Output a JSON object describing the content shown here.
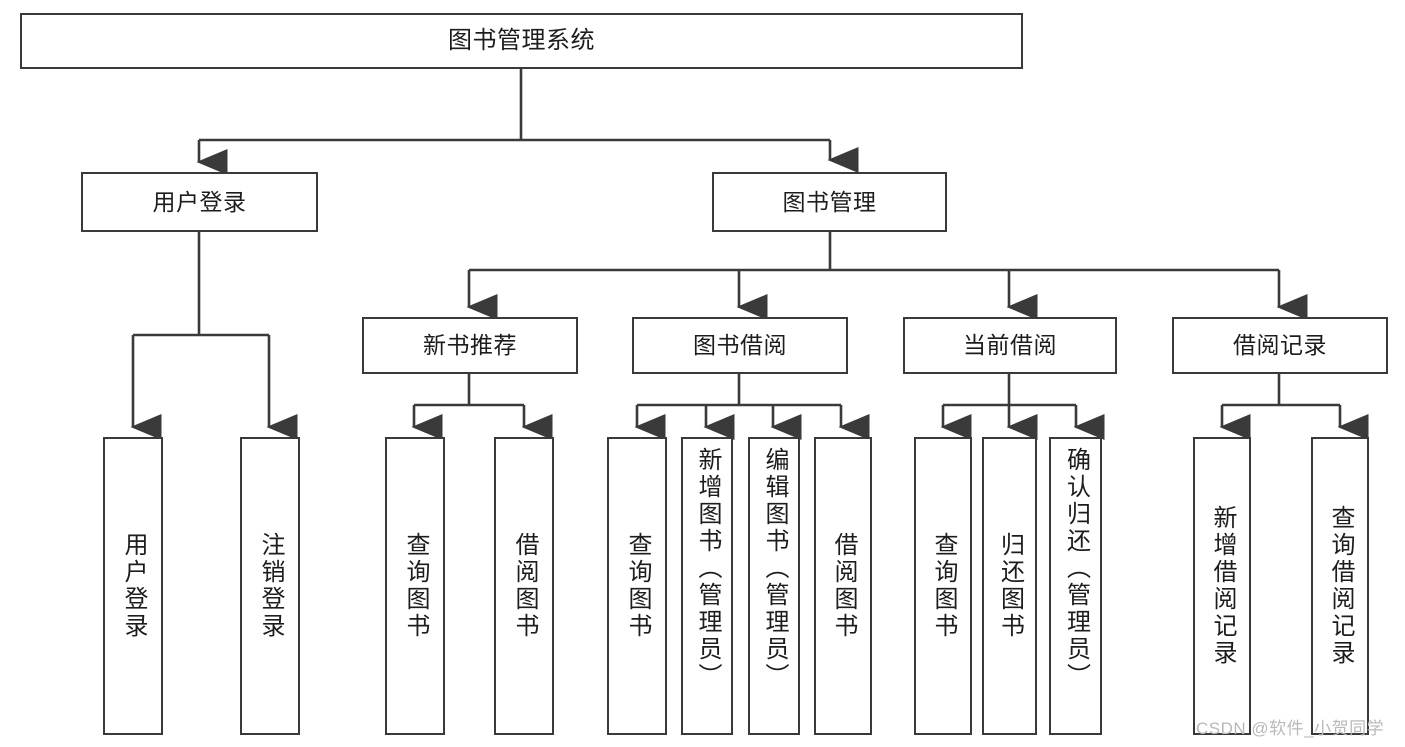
{
  "diagram": {
    "title": "图书管理系统",
    "type": "tree-hierarchy-functional-structure",
    "root": {
      "label": "图书管理系统"
    },
    "level1": [
      {
        "label": "用户登录"
      },
      {
        "label": "图书管理"
      }
    ],
    "level2": [
      {
        "label": "新书推荐"
      },
      {
        "label": "图书借阅"
      },
      {
        "label": "当前借阅"
      },
      {
        "label": "借阅记录"
      }
    ],
    "leaves": {
      "user_login": [
        {
          "label": "用户登录"
        },
        {
          "label": "注销登录"
        }
      ],
      "new_book_recommend": [
        {
          "label": "查询图书"
        },
        {
          "label": "借阅图书"
        }
      ],
      "book_borrow": [
        {
          "label": "查询图书"
        },
        {
          "label": "新增图书（管理员）"
        },
        {
          "label": "编辑图书（管理员）"
        },
        {
          "label": "借阅图书"
        }
      ],
      "current_borrow": [
        {
          "label": "查询图书"
        },
        {
          "label": "归还图书"
        },
        {
          "label": "确认归还（管理员）"
        }
      ],
      "borrow_record": [
        {
          "label": "新增借阅记录"
        },
        {
          "label": "查询借阅记录"
        }
      ]
    }
  },
  "watermark": {
    "text": "CSDN @软件_小贺同学"
  },
  "colors": {
    "stroke": "#3a3a3a",
    "background": "#ffffff",
    "text": "#1d1d1d",
    "watermark": "#b9b9b9"
  }
}
